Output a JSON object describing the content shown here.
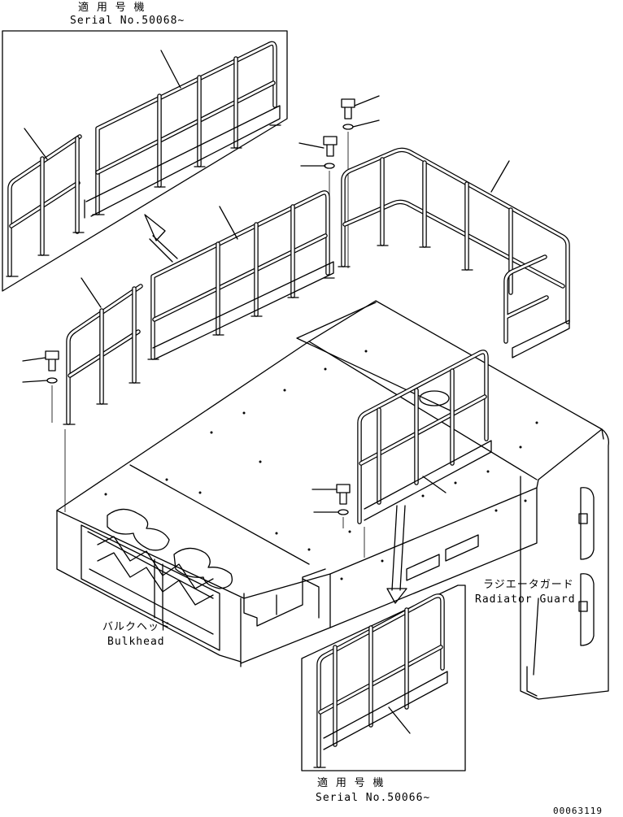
{
  "labels": {
    "top_serial_jp": "適 用 号 機",
    "top_serial_en": "Serial No.50068~",
    "bottom_serial_jp": "適 用 号 機",
    "bottom_serial_en": "Serial No.50066~",
    "radiator_jp": "ラジエータガード",
    "radiator_en": "Radiator Guard",
    "bulkhead_jp": "バルクヘッド",
    "bulkhead_en": "Bulkhead",
    "drawing_number": "00063119"
  }
}
